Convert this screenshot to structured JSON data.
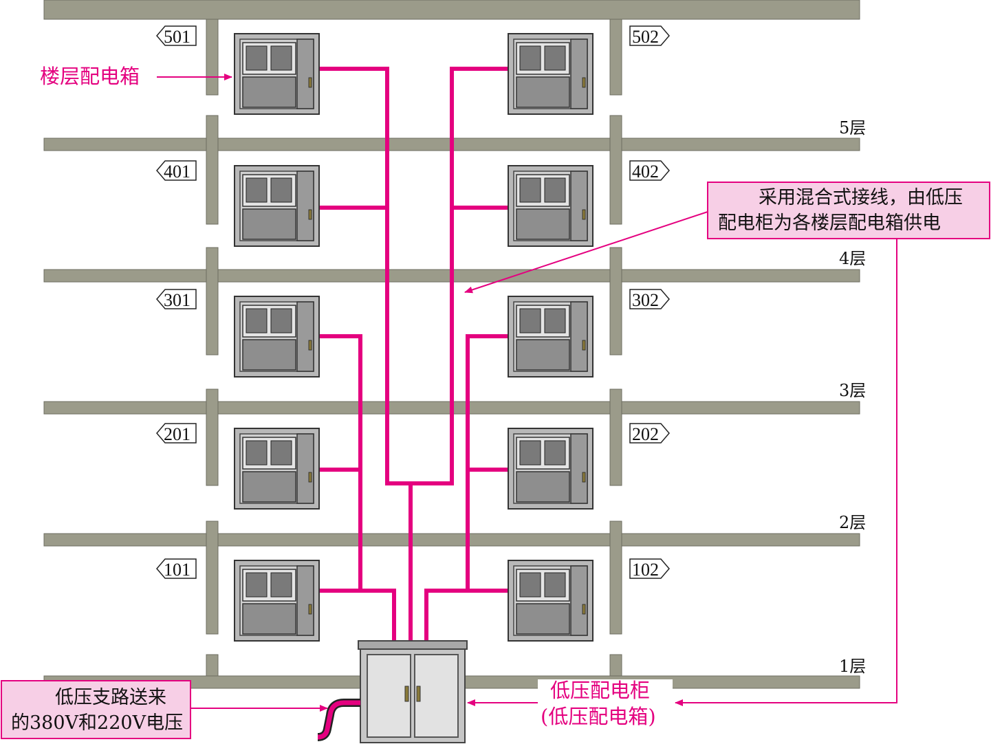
{
  "colors": {
    "wall": "#9b9b8a",
    "wall_stroke": "#6d6d60",
    "cable": "#e4007f",
    "callout_fill": "#f7cfe6",
    "callout_stroke": "#e4007f",
    "box_outer": "#b4b4b4",
    "box_inner": "#8c8c8c",
    "box_dark": "#7a7a7a"
  },
  "floors": [
    {
      "label": "5层"
    },
    {
      "label": "4层"
    },
    {
      "label": "3层"
    },
    {
      "label": "2层"
    },
    {
      "label": "1层"
    }
  ],
  "rooms_left": [
    "501",
    "401",
    "301",
    "201",
    "101"
  ],
  "rooms_right": [
    "502",
    "402",
    "302",
    "202",
    "102"
  ],
  "labels": {
    "floor_box": "楼层配电箱",
    "mixed_wiring_line1": "采用混合式接线，由低压",
    "mixed_wiring_line2": "配电柜为各楼层配电箱供电",
    "cabinet_line1": "低压配电柜",
    "cabinet_line2": "(低压配电箱)",
    "supply_line1": "低压支路送来",
    "supply_line2": "的380V和220V电压"
  }
}
